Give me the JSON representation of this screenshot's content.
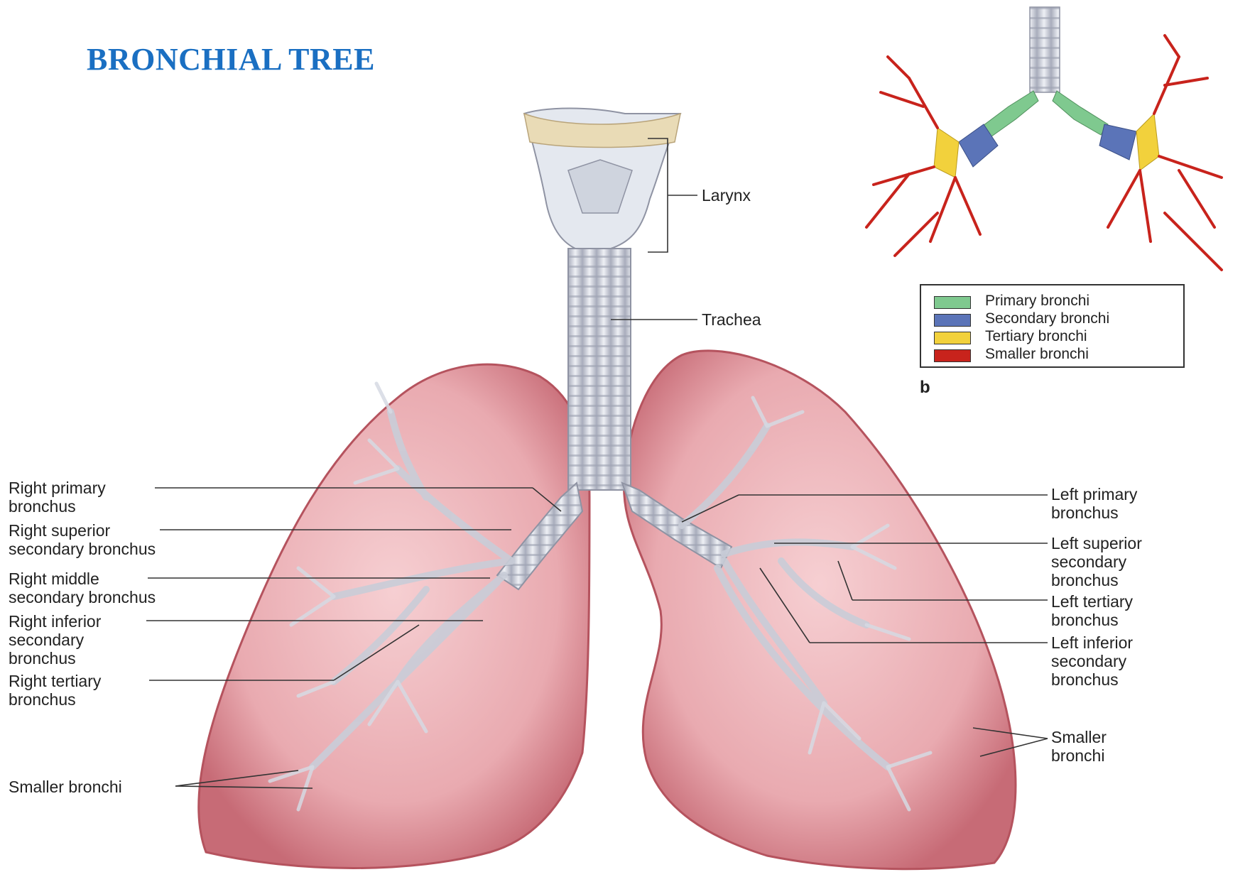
{
  "title": "BRONCHIAL TREE",
  "labels": {
    "larynx": "Larynx",
    "trachea": "Trachea",
    "right_primary": [
      "Right primary",
      "bronchus"
    ],
    "right_superior": [
      "Right superior",
      "secondary bronchus"
    ],
    "right_middle": [
      "Right middle",
      "secondary bronchus"
    ],
    "right_inferior": [
      "Right inferior",
      "secondary",
      "bronchus"
    ],
    "right_tertiary": [
      "Right tertiary",
      "bronchus"
    ],
    "smaller_left_side": "Smaller bronchi",
    "left_primary": [
      "Left primary",
      "bronchus"
    ],
    "left_superior": [
      "Left superior",
      "secondary",
      "bronchus"
    ],
    "left_tertiary": [
      "Left tertiary",
      "bronchus"
    ],
    "left_inferior": [
      "Left inferior",
      "secondary",
      "bronchus"
    ],
    "smaller_right_side": [
      "Smaller",
      "bronchi"
    ],
    "panel_b": "b"
  },
  "legend": [
    {
      "label": "Primary bronchi",
      "color": "#7fc98f"
    },
    {
      "label": "Secondary bronchi",
      "color": "#5b74b8"
    },
    {
      "label": "Tertiary bronchi",
      "color": "#f2d13c"
    },
    {
      "label": "Smaller bronchi",
      "color": "#c8231c"
    }
  ],
  "colors": {
    "title": "#1a6fc2",
    "lung_fill": "#e7a7ad",
    "lung_edge": "#b5535e",
    "airway": "#d9dde6",
    "airway_dark": "#a9adbc"
  }
}
